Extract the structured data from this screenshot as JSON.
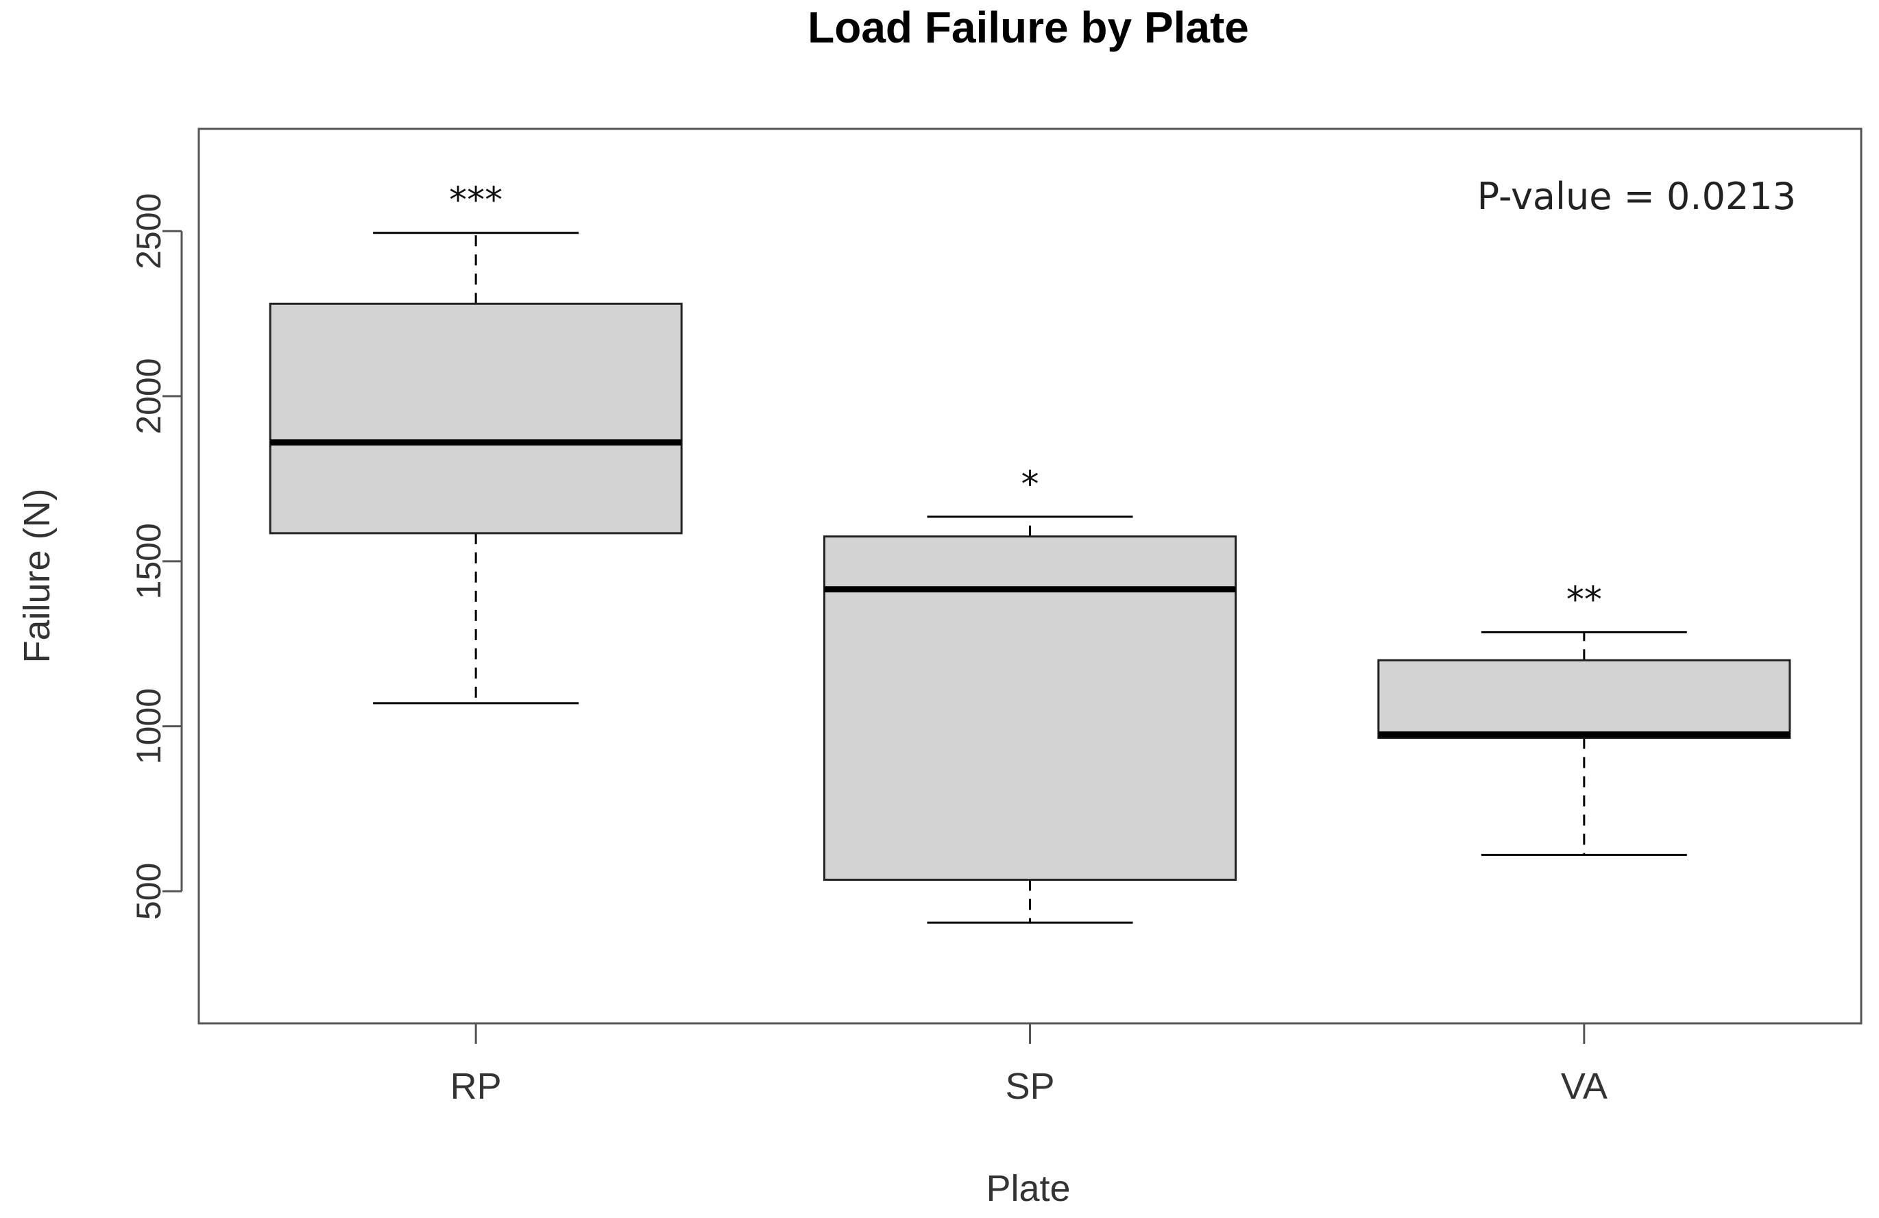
{
  "chart_data": {
    "type": "box",
    "title": "Load Failure by Plate",
    "xlabel": "Plate",
    "ylabel": "Failure (N)",
    "categories": [
      "RP",
      "SP",
      "VA"
    ],
    "ylim": [
      100,
      2810
    ],
    "yticks": [
      500,
      1000,
      1500,
      2000,
      2500
    ],
    "boxes": [
      {
        "category": "RP",
        "whisker_low": 1070,
        "q1": 1585,
        "median": 1860,
        "q3": 2280,
        "whisker_high": 2495,
        "significance": "***"
      },
      {
        "category": "SP",
        "whisker_low": 405,
        "q1": 535,
        "median": 1415,
        "q3": 1575,
        "whisker_high": 1635,
        "significance": "*"
      },
      {
        "category": "VA",
        "whisker_low": 610,
        "q1": 965,
        "median": 975,
        "q3": 1200,
        "whisker_high": 1285,
        "significance": "**"
      }
    ],
    "annotation": "P-value  =  0.0213",
    "box_fill": "#d3d3d3",
    "line_color": "#000000",
    "grid": false,
    "legend": "none"
  }
}
